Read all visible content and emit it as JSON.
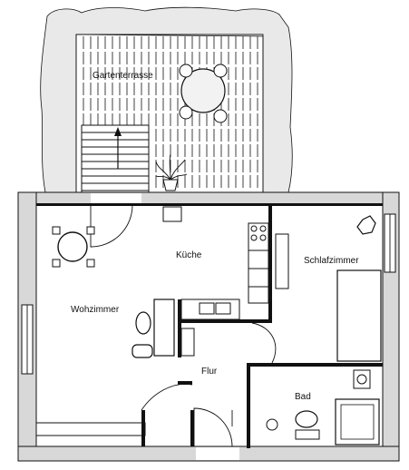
{
  "plan": {
    "rooms": {
      "terrace": "Gartenterrasse",
      "kitchen": "Küche",
      "bedroom": "Schlafzimmer",
      "living": "Wohzimmer",
      "hall": "Flur",
      "bath": "Bad"
    }
  },
  "icons": {
    "plant": "potted-plant-icon",
    "table": "round-table-icon",
    "stairs": "stairs-icon"
  }
}
